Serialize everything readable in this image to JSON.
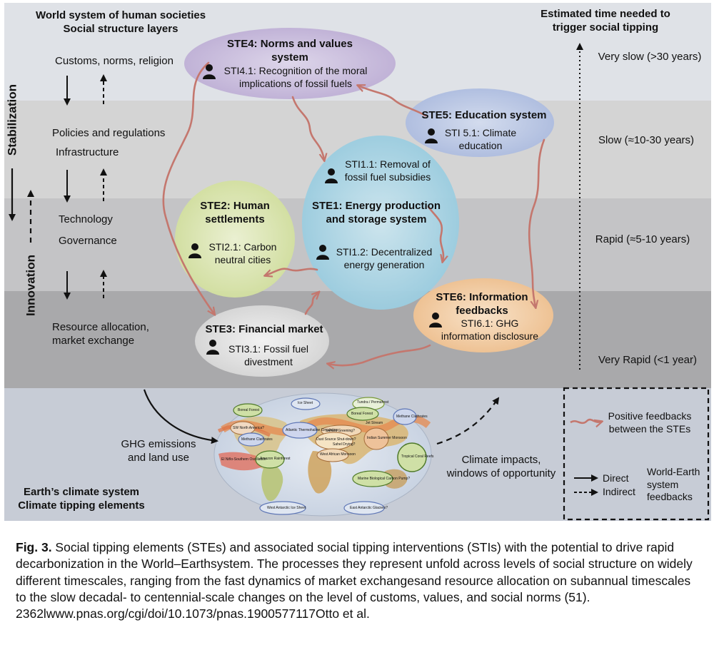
{
  "header": {
    "left_title_1": "World system of human societies",
    "left_title_2": "Social structure layers",
    "right_title_1": "Estimated time needed to",
    "right_title_2": "trigger social tipping"
  },
  "layers": [
    {
      "line1": "Customs, norms, religion"
    },
    {
      "line1": "Policies and regulations",
      "line2": "Infrastructure"
    },
    {
      "line1": "Technology",
      "line2": "Governance"
    },
    {
      "line1": "Resource allocation,",
      "line2": "market exchange"
    }
  ],
  "timescales": [
    "Very slow (>30 years)",
    "Slow (≈10-30 years)",
    "Rapid (≈5-10 years)",
    "Very Rapid (<1 year)"
  ],
  "side_labels": {
    "stabilization": "Stabilization",
    "innovation": "Innovation"
  },
  "stes": {
    "ste1": {
      "title_1": "STE1: Energy production",
      "title_2": "and storage system",
      "sti_a_1": "STI1.1: Removal of",
      "sti_a_2": "fossil fuel subsidies",
      "sti_b_1": "STI1.2: Decentralized",
      "sti_b_2": "energy generation"
    },
    "ste2": {
      "title_1": "STE2: Human",
      "title_2": "settlements",
      "sti_1": "STI2.1: Carbon",
      "sti_2": "neutral cities"
    },
    "ste3": {
      "title": "STE3: Financial market",
      "sti_1": "STI3.1: Fossil fuel",
      "sti_2": "divestment"
    },
    "ste4": {
      "title_1": "STE4: Norms and values",
      "title_2": "system",
      "sti_1": "STI4.1: Recognition of the moral",
      "sti_2": "implications of fossil fuels"
    },
    "ste5": {
      "title": "STE5: Education system",
      "sti_1": "STI 5.1: Climate",
      "sti_2": "education"
    },
    "ste6": {
      "title_1": "STE6: Information",
      "title_2": "feedbacks",
      "sti_1": "STI6.1: GHG",
      "sti_2": "information disclosure"
    }
  },
  "earth": {
    "ghg_1": "GHG emissions",
    "ghg_2": "and land use",
    "impacts_1": "Climate impacts,",
    "impacts_2": "windows of opportunity",
    "climate_1": "Earth’s climate system",
    "climate_2": "Climate tipping elements"
  },
  "map_labels": {
    "ice_sheet": "Ice Sheet",
    "tundra": "Tundra / Permafrost",
    "boreal_a": "Boreal Forest",
    "boreal_b": "Boreal Forest",
    "methane": "Methane Clathrates",
    "sw_na": "SW North America?",
    "atlantic": "Atlantic Thermohaline Circulation",
    "jet_stream": "Jet Stream",
    "sahara": "Sahara Greening?",
    "dust": "Dust Source Shut-down?",
    "sahel": "Sahel Drying?",
    "indian": "Indian Summer Monsoon",
    "methane2": "Methane Clathrates",
    "el_nino": "El Niño-Southern Oscillation",
    "amazon": "Amazon Rainforest",
    "wa_monsoon": "West African Monsoon",
    "reefs": "Tropical Coral Reefs",
    "marine": "Marine Biological Carbon Pump?",
    "wais": "West Antarctic Ice Sheet",
    "east_ant": "East Antarctic Glaciers?"
  },
  "legend": {
    "positive_1": "Positive feedbacks",
    "positive_2": "between the STEs",
    "direct": "Direct",
    "indirect": "Indirect",
    "world_earth_1": "World-Earth",
    "world_earth_2": "system",
    "world_earth_3": "feedbacks"
  },
  "caption": {
    "label": "Fig. 3.",
    "line1": " Social tipping elements (STEs) and associated social tipping interventions (STIs) with the potential to drive rapid",
    "line2": "decarbonization in the World–Earthsystem. The processes they represent unfold across levels of social structure on widely",
    "line3": "different timescales, ranging from the fast dynamics of market exchangesand resource allocation on subannual timescales",
    "line4": "to the slow decadal- to centennial-scale changes on the level of customs, values, and social norms (51).",
    "line5": "2362lwww.pnas.org/cgi/doi/10.1073/pnas.1900577117Otto et al."
  },
  "colors": {
    "band_very_slow": "#dfe2e7",
    "band_slow": "#d4d4d4",
    "band_rapid": "#c4c4c6",
    "band_very_rapid": "#a9a9ab",
    "earth_band": "#c7ccd6",
    "feedback_arrow": "#c4776e",
    "ste1": "#a8d4e4",
    "ste2": "#dbe6b2",
    "ste3": "#dedede",
    "ste4": "#c6b9d9",
    "ste5": "#b4c2e0",
    "ste6": "#f0c89e"
  }
}
